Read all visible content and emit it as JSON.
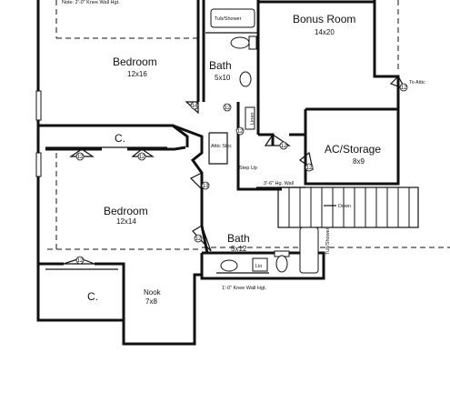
{
  "rooms": {
    "bonus_room": {
      "name": "Bonus Room",
      "size": "14x20"
    },
    "bedroom_top": {
      "name": "Bedroom",
      "size": "12x16"
    },
    "bath_top": {
      "name": "Bath",
      "size": "5x10"
    },
    "ac_storage": {
      "name": "AC/Storage",
      "size": "8x9"
    },
    "bedroom_main": {
      "name": "Bedroom",
      "size": "12x14"
    },
    "bath_bottom": {
      "name": "Bath",
      "size": "5x12"
    },
    "nook": {
      "name": "Nook",
      "size": "7x8"
    },
    "closet_top": {
      "name": "C."
    },
    "closet_bottom": {
      "name": "C."
    }
  },
  "fixtures": {
    "tub_shower_top": "Tub/Shower",
    "tub_shower_bottom": "Tub/Shower",
    "linen": "Linen",
    "lin": "Lin",
    "attic_storage": "Attic Stor.",
    "step_up": "Step Up",
    "down": "Down",
    "to_attic": "To Attic"
  },
  "notes": {
    "knee_wall_top": "Note: 2'-0\" Knee Wall Hgt.",
    "knee_wall_bottom": "1'-0\" Knee Wall Hgt.",
    "ht_wall": "3'-6\" Hg. Wall"
  },
  "door_tags": [
    "12",
    "12",
    "12",
    "14",
    "12",
    "12",
    "12",
    "13",
    "12",
    "12",
    "12"
  ]
}
